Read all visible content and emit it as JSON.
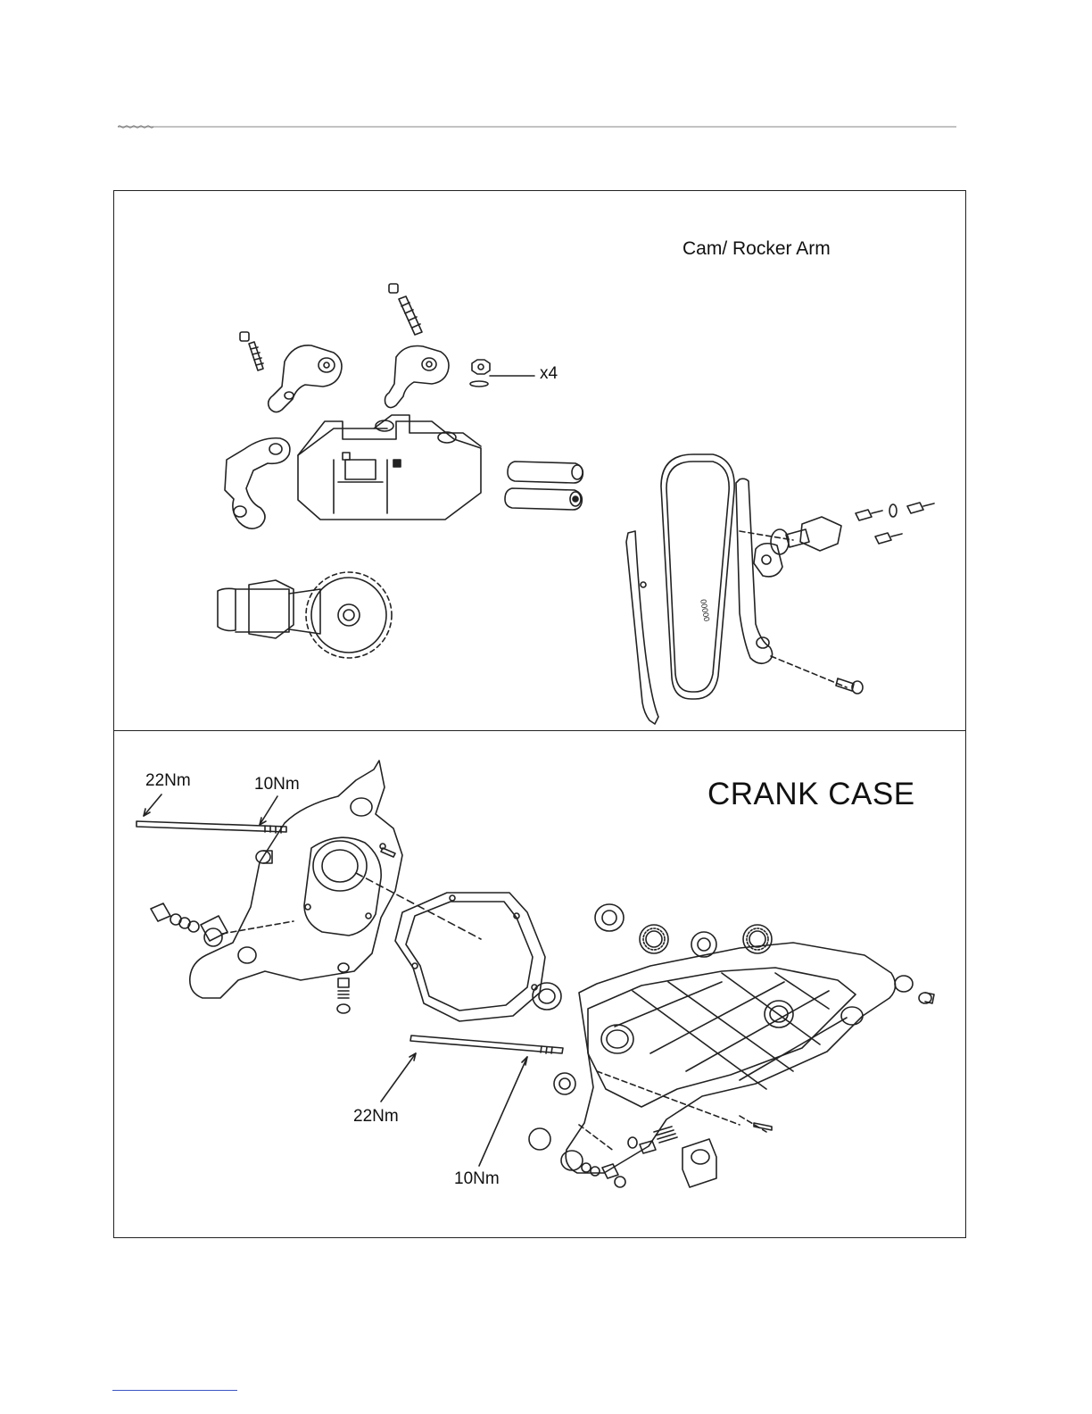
{
  "top_panel": {
    "title": "Cam/ Rocker Arm",
    "callout_nut_qty": "x4"
  },
  "bottom_panel": {
    "title": "CRANK CASE",
    "torque_callouts": [
      "22Nm",
      "10Nm",
      "22Nm",
      "10Nm"
    ]
  },
  "colors": {
    "line": "#222222",
    "frame": "#222222",
    "footer_link": "#3a55c4"
  }
}
